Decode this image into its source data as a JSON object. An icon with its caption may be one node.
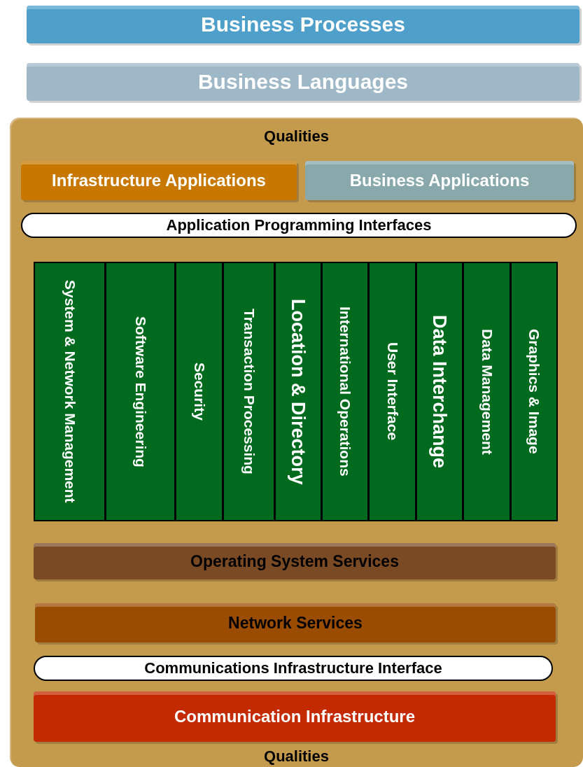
{
  "diagram": {
    "nodes": [
      {
        "text": [
          "Business Processes"
        ]
      },
      {
        "text": [
          "Business Languages"
        ]
      },
      {
        "text": [
          "Qualities",
          "Qualities"
        ]
      },
      {
        "text": [
          "Infrastructure Applications"
        ],
        "in": 2
      },
      {
        "text": [
          "Business Applications"
        ],
        "in": 2
      },
      {
        "text": [
          "Application Programming Interfaces"
        ],
        "in": 2
      },
      {
        "text": [
          "System & Network Management"
        ],
        "in": 2
      },
      {
        "text": [
          "Software Engineering"
        ],
        "in": 2
      },
      {
        "text": [
          "Security"
        ],
        "in": 2
      },
      {
        "text": [
          "Transaction Processing"
        ],
        "in": 2
      },
      {
        "text": [
          "Location & Directory"
        ],
        "in": 2
      },
      {
        "text": [
          "International Operations"
        ],
        "in": 2
      },
      {
        "text": [
          "User Interface"
        ],
        "in": 2
      },
      {
        "text": [
          "Data Interchange"
        ],
        "in": 2
      },
      {
        "text": [
          "Data Management"
        ],
        "in": 2
      },
      {
        "text": [
          "Graphics & Image"
        ],
        "in": 2
      },
      {
        "text": [
          "Operating System Services"
        ],
        "in": 2
      },
      {
        "text": [
          "Network Services"
        ],
        "in": 2
      },
      {
        "text": [
          "Communications Infrastructure Interface"
        ],
        "in": 2
      },
      {
        "text": [
          "Communication Infrastructure"
        ],
        "in": 2
      }
    ]
  }
}
